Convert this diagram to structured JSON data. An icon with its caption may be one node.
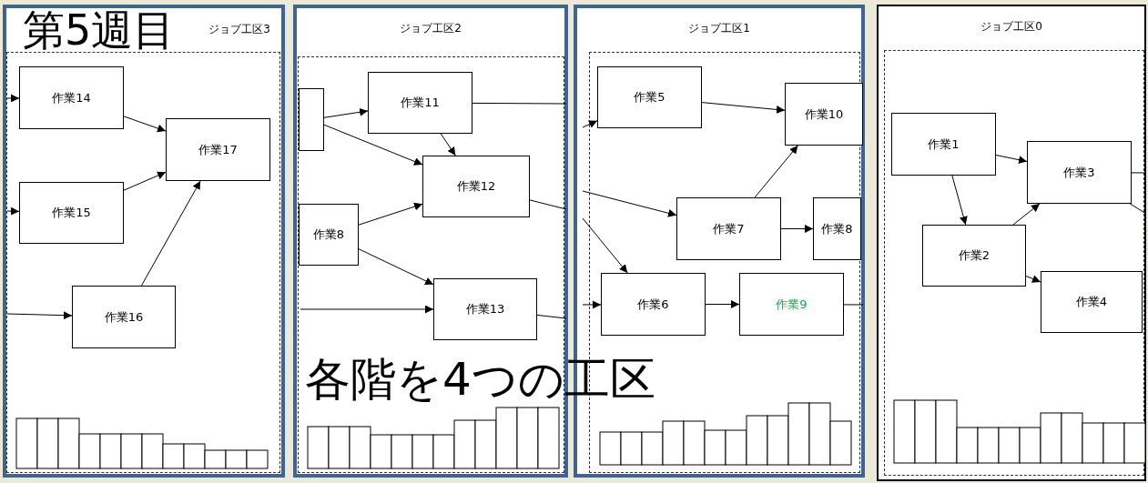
{
  "diagram": {
    "nodes": [
      {
        "text": [
          "ジョブ工区3"
        ]
      },
      {
        "text": [
          "作業14"
        ],
        "in": 0
      },
      {
        "text": [
          "作業15"
        ],
        "in": 0
      },
      {
        "text": [
          "作業16"
        ],
        "in": 0
      },
      {
        "text": [
          "作業17"
        ],
        "in": 0
      },
      {
        "text": [
          "ジョブ工区2"
        ]
      },
      {
        "text": [],
        "shape": "box",
        "in": 5
      },
      {
        "text": [
          "作業8"
        ],
        "in": 5
      },
      {
        "text": [
          "作業11"
        ],
        "in": 5
      },
      {
        "text": [
          "作業12"
        ],
        "in": 5
      },
      {
        "text": [
          "作業13"
        ],
        "in": 5
      },
      {
        "text": [
          "ジョブ工区1"
        ]
      },
      {
        "text": [
          "作業5"
        ],
        "in": 11
      },
      {
        "text": [
          "作業10"
        ],
        "in": 11
      },
      {
        "text": [
          "作業7"
        ],
        "in": 11
      },
      {
        "text": [
          "作業8"
        ],
        "in": 11
      },
      {
        "text": [
          "作業6"
        ],
        "in": 11
      },
      {
        "text": [
          "作業9"
        ],
        "in": 11
      },
      {
        "text": [
          "ジョブ工区0"
        ]
      },
      {
        "text": [
          "作業1"
        ],
        "in": 18
      },
      {
        "text": [
          "作業3"
        ],
        "in": 18
      },
      {
        "text": [
          "作業2"
        ],
        "in": 18
      },
      {
        "text": [
          "作業4"
        ],
        "in": 18
      }
    ],
    "edges": [
      {
        "from": null,
        "to": 1,
        "arrow": "to"
      },
      {
        "from": null,
        "to": 2,
        "arrow": "to"
      },
      {
        "from": null,
        "to": 3,
        "arrow": "to"
      },
      {
        "from": 1,
        "to": 4,
        "arrow": "to"
      },
      {
        "from": 2,
        "to": 4,
        "arrow": "to"
      },
      {
        "from": 3,
        "to": 4,
        "arrow": "to"
      },
      {
        "from": 6,
        "to": 8,
        "arrow": "to"
      },
      {
        "from": 6,
        "to": 9,
        "arrow": "to"
      },
      {
        "from": 8,
        "to": 9,
        "arrow": "to"
      },
      {
        "from": 7,
        "to": 9,
        "arrow": "to"
      },
      {
        "from": 7,
        "to": 10,
        "arrow": "to"
      },
      {
        "from": null,
        "to": 10,
        "arrow": "to"
      },
      {
        "from": 8,
        "to": null,
        "arrow": "none"
      },
      {
        "from": 9,
        "to": null,
        "arrow": "none"
      },
      {
        "from": 10,
        "to": null,
        "arrow": "none"
      },
      {
        "from": null,
        "to": 12,
        "arrow": "to"
      },
      {
        "from": 12,
        "to": 13,
        "arrow": "to"
      },
      {
        "from": 14,
        "to": 13,
        "arrow": "to"
      },
      {
        "from": null,
        "to": 14,
        "arrow": "to"
      },
      {
        "from": null,
        "to": 16,
        "arrow": "to"
      },
      {
        "from": null,
        "to": 16,
        "arrow": "to"
      },
      {
        "from": 16,
        "to": 17,
        "arrow": "to"
      },
      {
        "from": 14,
        "to": 15,
        "arrow": "to"
      },
      {
        "from": 17,
        "to": null,
        "arrow": "none"
      },
      {
        "from": 19,
        "to": 20,
        "arrow": "to"
      },
      {
        "from": 19,
        "to": 21,
        "arrow": "to"
      },
      {
        "from": 21,
        "to": 20,
        "arrow": "to"
      },
      {
        "from": 21,
        "to": 22,
        "arrow": "to"
      },
      {
        "from": 20,
        "to": null,
        "arrow": "none"
      },
      {
        "from": 20,
        "to": null,
        "arrow": "none"
      }
    ],
    "labels": [
      "第5週目",
      "各階を4つの工区"
    ]
  }
}
